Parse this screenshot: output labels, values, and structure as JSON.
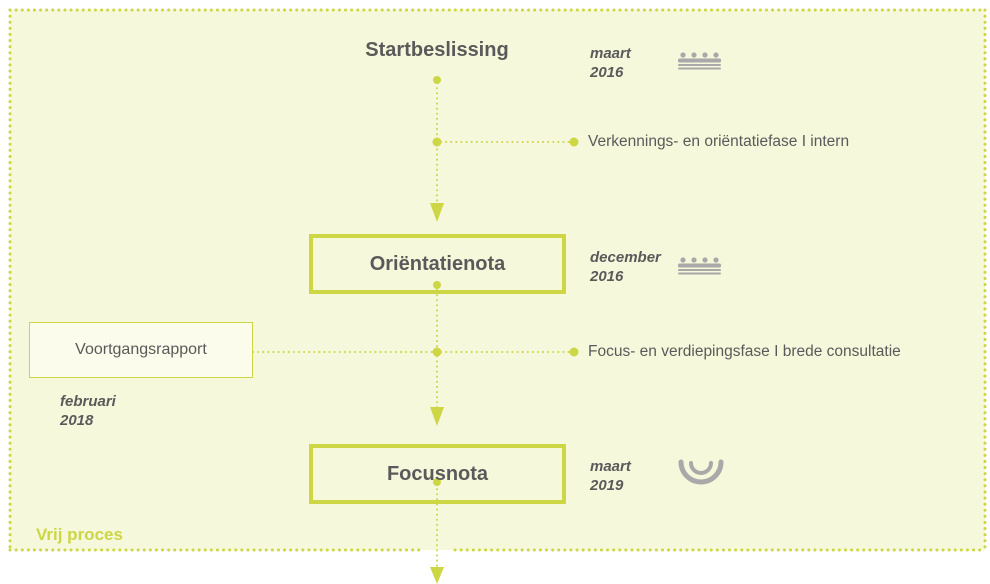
{
  "region": {
    "label": "Vrij proces"
  },
  "milestones": [
    {
      "id": "startbeslissing",
      "title": "Startbeslissing",
      "date": [
        "maart",
        "2016"
      ],
      "icon": "council-icon"
    },
    {
      "id": "orientatienota",
      "title": "Oriëntatienota",
      "date": [
        "december",
        "2016"
      ],
      "icon": "council-icon"
    },
    {
      "id": "focusnota",
      "title": "Focusnota",
      "date": [
        "maart",
        "2019"
      ],
      "icon": "consultation-arc-icon"
    }
  ],
  "phases": [
    {
      "label": "Verkennings- en oriëntatiefase I intern"
    },
    {
      "label": "Focus- en verdiepingsfase I brede consultatie"
    }
  ],
  "side_report": {
    "title": "Voortgangsrapport",
    "date": [
      "februari",
      "2018"
    ]
  },
  "colors": {
    "accent": "#cdd645",
    "region_fill": "#f6f8dc",
    "text": "#5a5a5a",
    "icon_gray": "#a9a9a9"
  }
}
